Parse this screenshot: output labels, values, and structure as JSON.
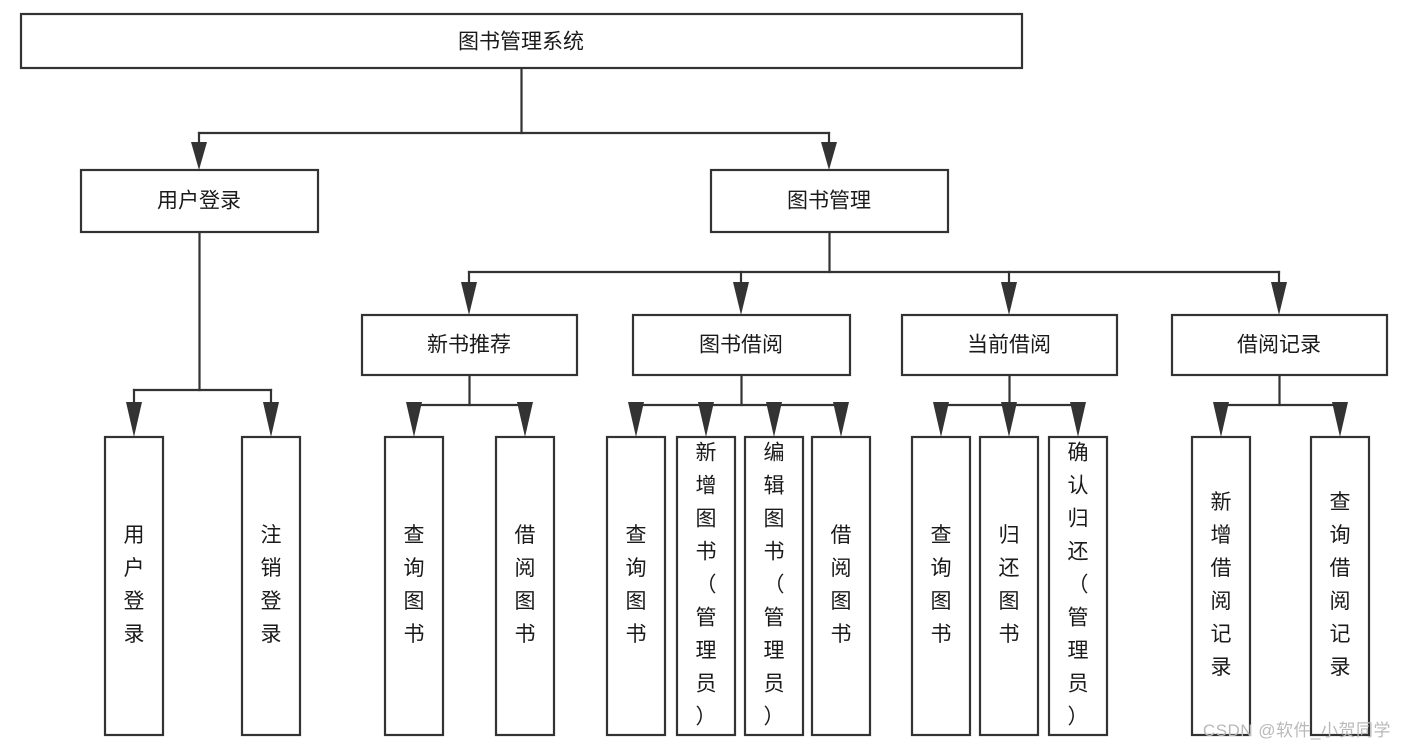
{
  "diagram": {
    "title": "图书管理系统",
    "type": "tree-hierarchy-chart",
    "root": {
      "label": "图书管理系统"
    },
    "level2": [
      {
        "label": "用户登录"
      },
      {
        "label": "图书管理"
      }
    ],
    "level3": [
      {
        "label": "新书推荐"
      },
      {
        "label": "图书借阅"
      },
      {
        "label": "当前借阅"
      },
      {
        "label": "借阅记录"
      }
    ],
    "leaves": {
      "user_login": [
        {
          "label": "用户登录"
        },
        {
          "label": "注销登录"
        }
      ],
      "new_book_recommend": [
        {
          "label": "查询图书"
        },
        {
          "label": "借阅图书"
        }
      ],
      "book_borrow": [
        {
          "label": "查询图书"
        },
        {
          "label": "新增图书（管理员）"
        },
        {
          "label": "编辑图书（管理员）"
        },
        {
          "label": "借阅图书"
        }
      ],
      "current_borrow": [
        {
          "label": "查询图书"
        },
        {
          "label": "归还图书"
        },
        {
          "label": "确认归还（管理员）"
        }
      ],
      "borrow_record": [
        {
          "label": "新增借阅记录"
        },
        {
          "label": "查询借阅记录"
        }
      ]
    },
    "colors": {
      "box_stroke": "#333333",
      "box_fill": "#ffffff",
      "text": "#1a1a1a",
      "background": "#ffffff",
      "watermark": "#b9b9b9"
    }
  },
  "watermark": {
    "text": "CSDN @软件_小贺同学"
  }
}
